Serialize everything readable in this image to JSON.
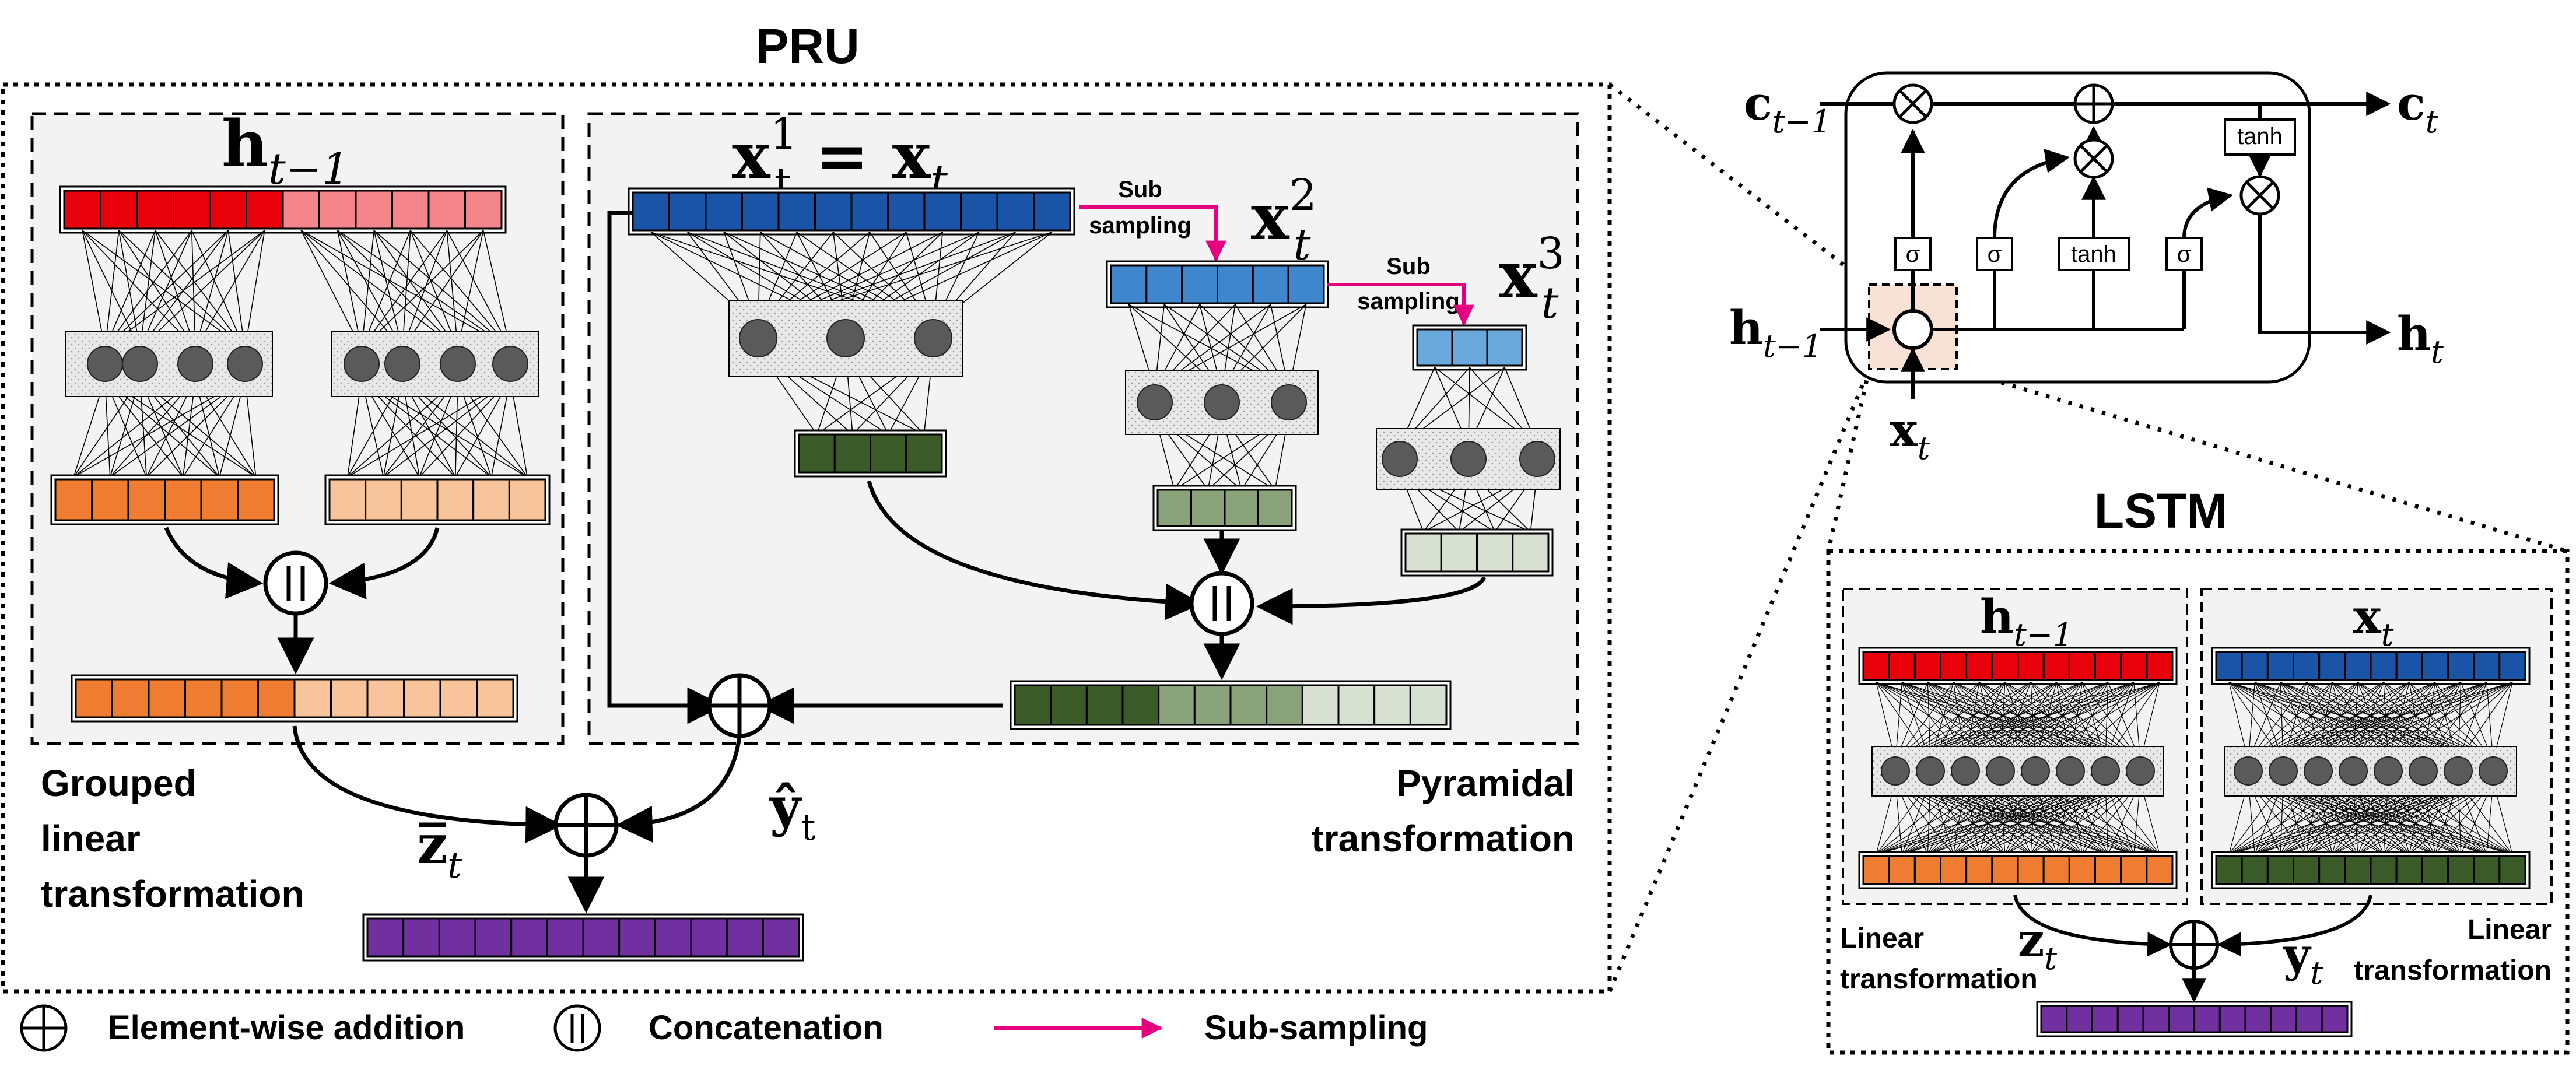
{
  "pru": {
    "title": "PRU",
    "group_label_lines": [
      "Grouped",
      "linear",
      "transformation"
    ],
    "pyramid_label_lines": [
      "Pyramidal",
      "transformation"
    ],
    "subsample_lines": [
      "Sub",
      "sampling"
    ],
    "math": {
      "h_prev": {
        "base": "h",
        "sub": "t−1"
      },
      "x1": {
        "base": "x",
        "sub": "t",
        "sup": "1",
        "eq": "=",
        "rhs_base": "x",
        "rhs_sub": "t"
      },
      "x2": {
        "base": "x",
        "sub": "t",
        "sup": "2"
      },
      "x3": {
        "base": "x",
        "sub": "t",
        "sup": "3"
      },
      "zbar": {
        "base": "z̅",
        "sub": "t"
      },
      "yhat": {
        "base": "ŷ",
        "sub": "t"
      }
    }
  },
  "lstm_cell": {
    "inputs": {
      "c_prev": {
        "base": "c",
        "sub": "t−1"
      },
      "h_prev": {
        "base": "h",
        "sub": "t−1"
      },
      "x": {
        "base": "x",
        "sub": "t"
      }
    },
    "outputs": {
      "c": {
        "base": "c",
        "sub": "t"
      },
      "h": {
        "base": "h",
        "sub": "t"
      }
    },
    "gate_labels": [
      "σ",
      "σ",
      "tanh",
      "σ"
    ],
    "tanh_label": "tanh"
  },
  "lstm": {
    "title": "LSTM",
    "left_label_lines": [
      "Linear",
      "transformation"
    ],
    "right_label_lines": [
      "Linear",
      "transformation"
    ],
    "math": {
      "h_prev": {
        "base": "h",
        "sub": "t−1"
      },
      "x": {
        "base": "x",
        "sub": "t"
      },
      "z": {
        "base": "z",
        "sub": "t"
      },
      "y": {
        "base": "y",
        "sub": "t"
      }
    }
  },
  "legend": {
    "add": "Element-wise addition",
    "concat": "Concatenation",
    "subsample": "Sub-sampling"
  },
  "colors": {
    "red": "#e8000b",
    "pink": "#f4858a",
    "orange": "#ef7d31",
    "light_orange": "#f7c49c",
    "blue_dark": "#1a54a6",
    "blue_mid": "#3f86cc",
    "blue_light": "#69a9db",
    "green_dark": "#3a5a27",
    "green_mid": "#8aa27a",
    "green_light": "#d8e0d2",
    "purple": "#7030a0",
    "magenta": "#e5007e",
    "node": "#5a5a5a",
    "panel_bg": "#f3f3f3"
  }
}
